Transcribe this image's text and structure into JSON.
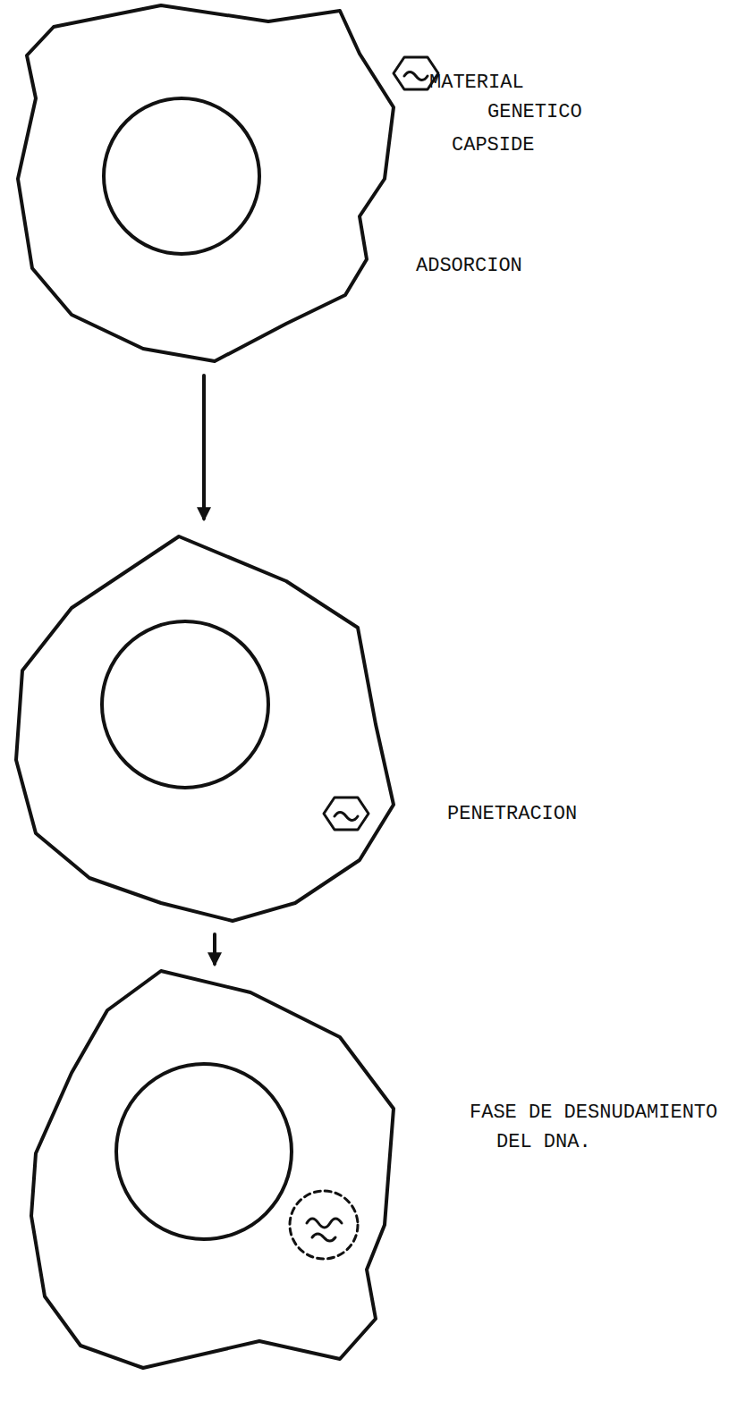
{
  "diagram": {
    "labels": [
      "MATERIAL GENETICO",
      "CAPSIDE",
      "ADSORCION",
      "PENETRACION",
      "FASE DE DESNUDAMIENTO DEL DNA."
    ]
  }
}
